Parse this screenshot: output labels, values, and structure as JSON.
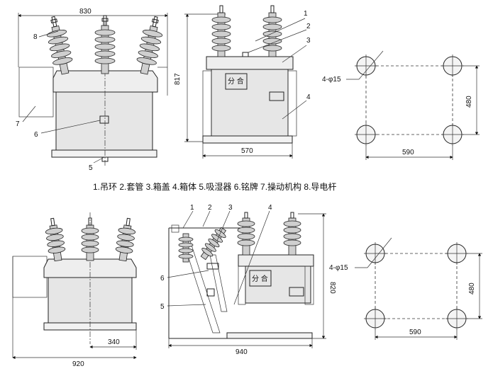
{
  "top": {
    "front_view": {
      "width_dim": "830",
      "callouts": [
        "8",
        "7",
        "6",
        "5"
      ]
    },
    "side_view": {
      "height_dim": "817",
      "width_dim": "570",
      "callouts": [
        "1",
        "2",
        "3",
        "4"
      ],
      "panel_label": "分 合"
    },
    "mounting_plan": {
      "hole_spec": "4-φ15",
      "width_dim": "590",
      "height_dim": "480"
    }
  },
  "legend": "1.吊环 2.套管 3.箱盖 4.箱体 5.吸湿器 6.铭牌 7.操动机构 8.导电杆",
  "bottom": {
    "front_view": {
      "width_dim": "920",
      "offset_dim": "340"
    },
    "side_view": {
      "height_dim": "820",
      "width_dim": "940",
      "callouts": [
        "1",
        "2",
        "3",
        "4",
        "6",
        "5"
      ],
      "panel_label": "分 合"
    },
    "mounting_plan": {
      "hole_spec": "4-φ15",
      "width_dim": "590",
      "height_dim": "480"
    }
  }
}
